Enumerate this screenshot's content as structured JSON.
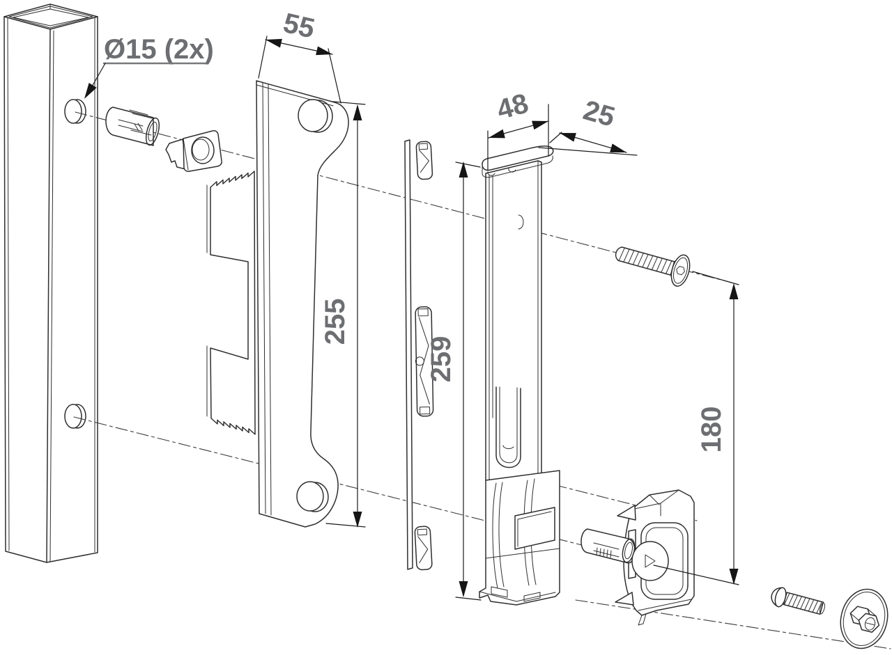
{
  "drawing": {
    "background": "#ffffff",
    "line_color": "#2e2e2e",
    "dimension_text_color": "#6d6e71",
    "arrow_color": "#161616",
    "callouts": {
      "hole_diameter": "Ø15 (2x)"
    },
    "dimensions": {
      "plate_width": "55",
      "cover_width": "48",
      "cover_depth": "25",
      "plate_length": "255",
      "strip_length": "259",
      "fixing_distance": "180"
    },
    "parts": {
      "post": "square-post",
      "hole_plug": "post-drill-hole",
      "expander": "expander-insert",
      "nut": "flange-nut",
      "keeper_plate": "keeper-plate",
      "rack": "serrated-rack",
      "strip": "mounting-strip",
      "housing": "keeper-housing",
      "cover": "housing-cover",
      "screw_top": "countersunk-screw",
      "latch": "slide-latch",
      "screw_bottom": "pan-head-screw",
      "washer": "cover-washer-nut"
    }
  }
}
